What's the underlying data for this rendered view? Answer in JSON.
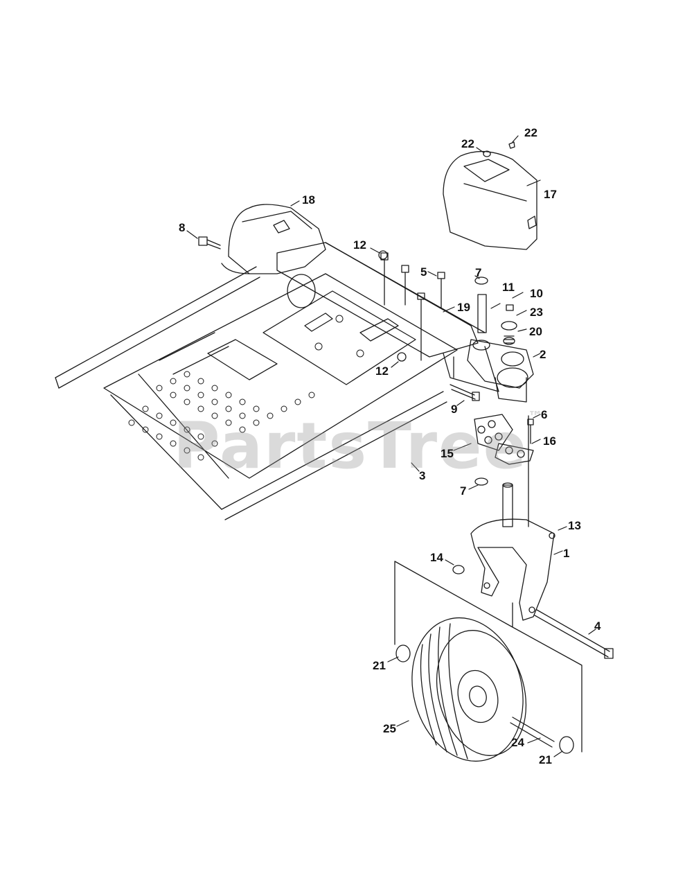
{
  "watermark": {
    "text": "PartsTree",
    "mark": "™"
  },
  "callouts": {
    "c1": "1",
    "c2": "2",
    "c3": "3",
    "c4": "4",
    "c5": "5",
    "c6": "6",
    "c7a": "7",
    "c7b": "7",
    "c8": "8",
    "c9": "9",
    "c10": "10",
    "c11": "11",
    "c12a": "12",
    "c12b": "12",
    "c13": "13",
    "c14": "14",
    "c15": "15",
    "c16": "16",
    "c17": "17",
    "c18": "18",
    "c19": "19",
    "c20": "20",
    "c21a": "21",
    "c21b": "21",
    "c22a": "22",
    "c22b": "22",
    "c23": "23",
    "c24": "24",
    "c25": "25"
  },
  "colors": {
    "line": "#1a1a1a",
    "watermark": "#9a9a9a"
  }
}
